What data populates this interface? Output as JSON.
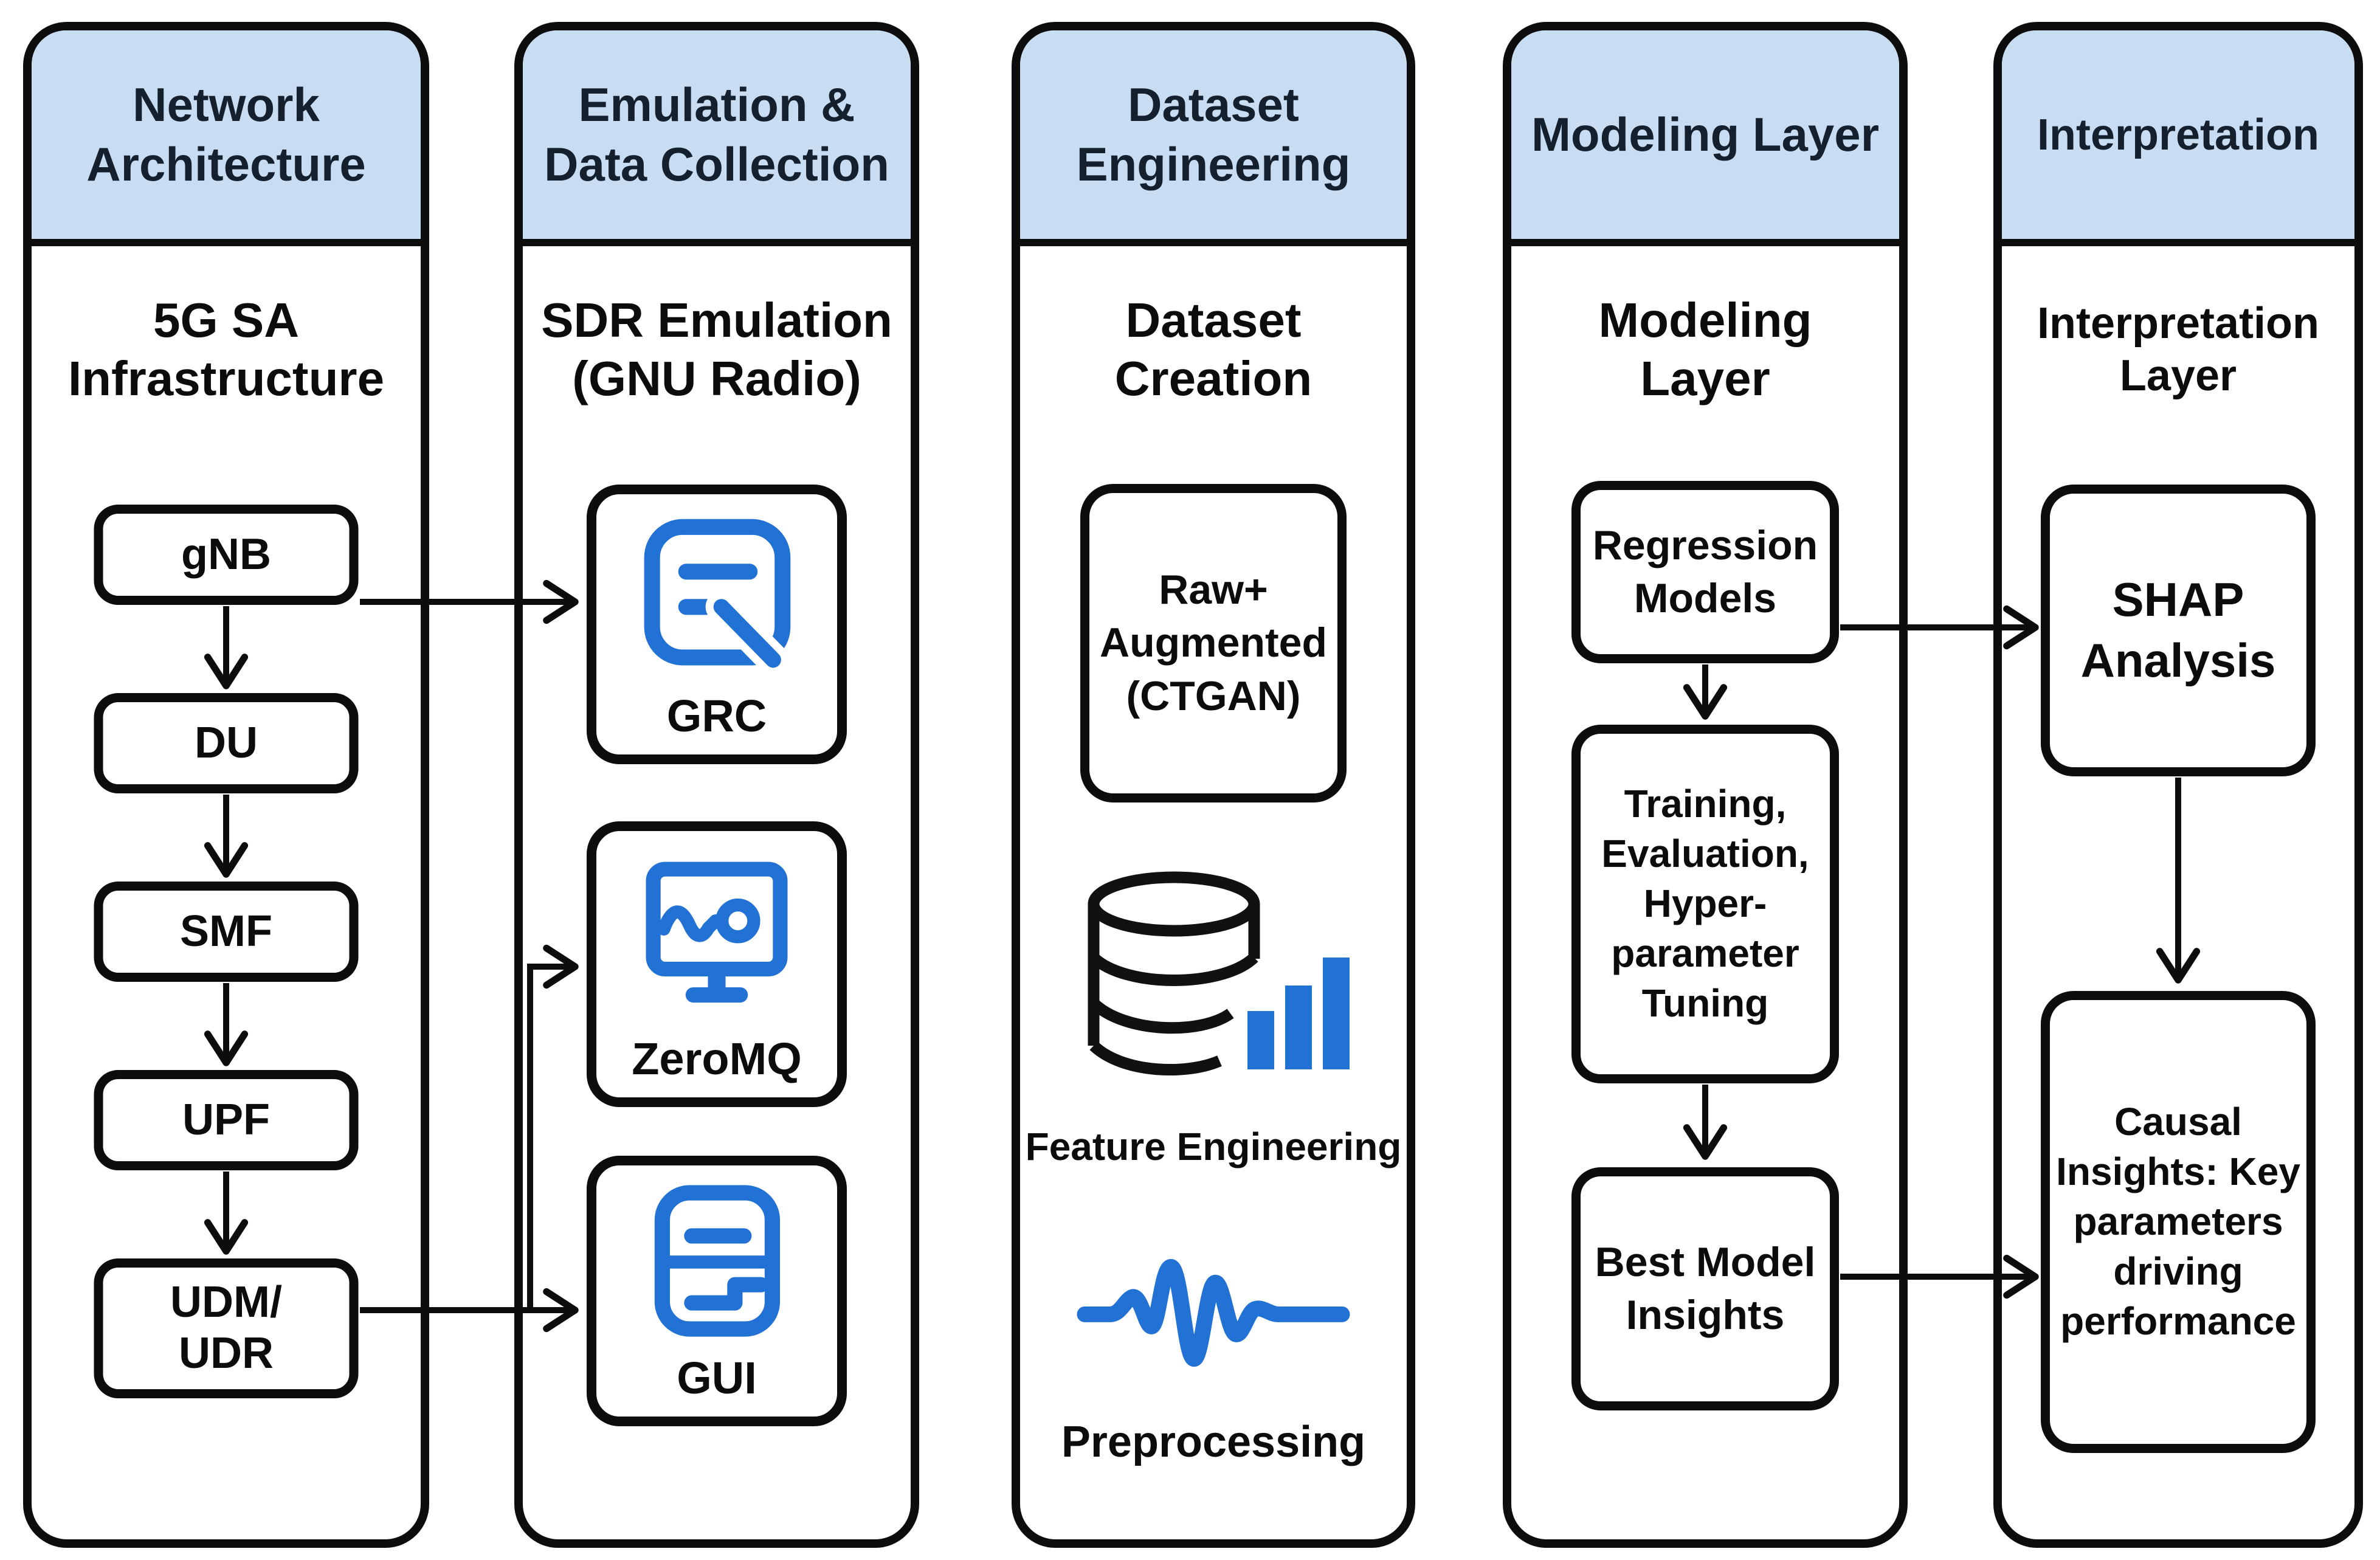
{
  "colors": {
    "header_bg": "#c9ddf2",
    "header_text": "#15202e",
    "icon_blue": "#2272d6",
    "line_black": "#0d0d0d"
  },
  "columns": [
    {
      "header": "Network\nArchitecture",
      "title": "5G SA\nInfrastructure",
      "nodes": [
        "gNB",
        "DU",
        "SMF",
        "UPF",
        "UDM/\nUDR"
      ]
    },
    {
      "header": "Emulation &\nData Collection",
      "title": "SDR Emulation\n(GNU Radio)",
      "tools": [
        {
          "label": "GRC",
          "icon": "grc-flowgraph-icon"
        },
        {
          "label": "ZeroMQ",
          "icon": "monitor-signal-icon"
        },
        {
          "label": "GUI",
          "icon": "server-panels-icon"
        }
      ]
    },
    {
      "header": "Dataset\nEngineering",
      "title": "Dataset\nCreation",
      "box": "Raw+\nAugmented\n(CTGAN)",
      "features": [
        {
          "label": "Feature Engineering",
          "icon": "database-bars-icon"
        },
        {
          "label": "Preprocessing",
          "icon": "waveform-icon"
        }
      ]
    },
    {
      "header": "Modeling Layer",
      "title": "Modeling\nLayer",
      "nodes": [
        "Regression\nModels",
        "Training,\nEvaluation,\nHyper-\nparameter\nTuning",
        "Best Model\nInsights"
      ]
    },
    {
      "header": "Interpretation",
      "title": "Interpretation\nLayer",
      "nodes": [
        "SHAP\nAnalysis",
        "Causal\nInsights: Key\nparameters\ndriving\nperformance"
      ]
    }
  ]
}
